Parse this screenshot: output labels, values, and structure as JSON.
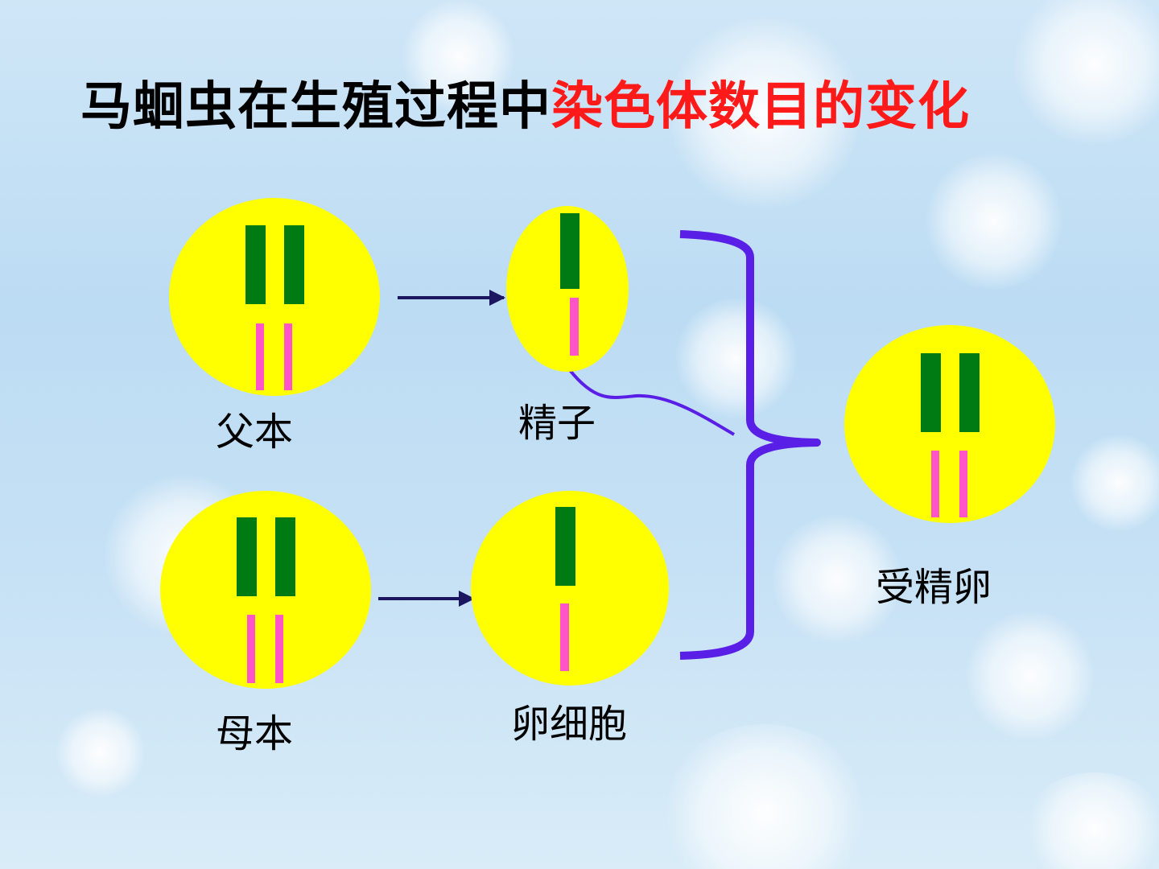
{
  "title": {
    "black_part": "马蛔虫在生殖过程中",
    "red_part": "染色体数目的变化",
    "colors": {
      "black": "#000000",
      "red": "#ff1a1a"
    }
  },
  "labels": {
    "father": "父本",
    "sperm": "精子",
    "mother": "母本",
    "egg_cell": "卵细胞",
    "fertilized_egg": "受精卵"
  },
  "colors": {
    "cell": "#ffff00",
    "chromosome_large": "#007a12",
    "chromosome_small": "#ff55c8",
    "arrow": "#1c1560",
    "brace": "#5a1fe6"
  }
}
